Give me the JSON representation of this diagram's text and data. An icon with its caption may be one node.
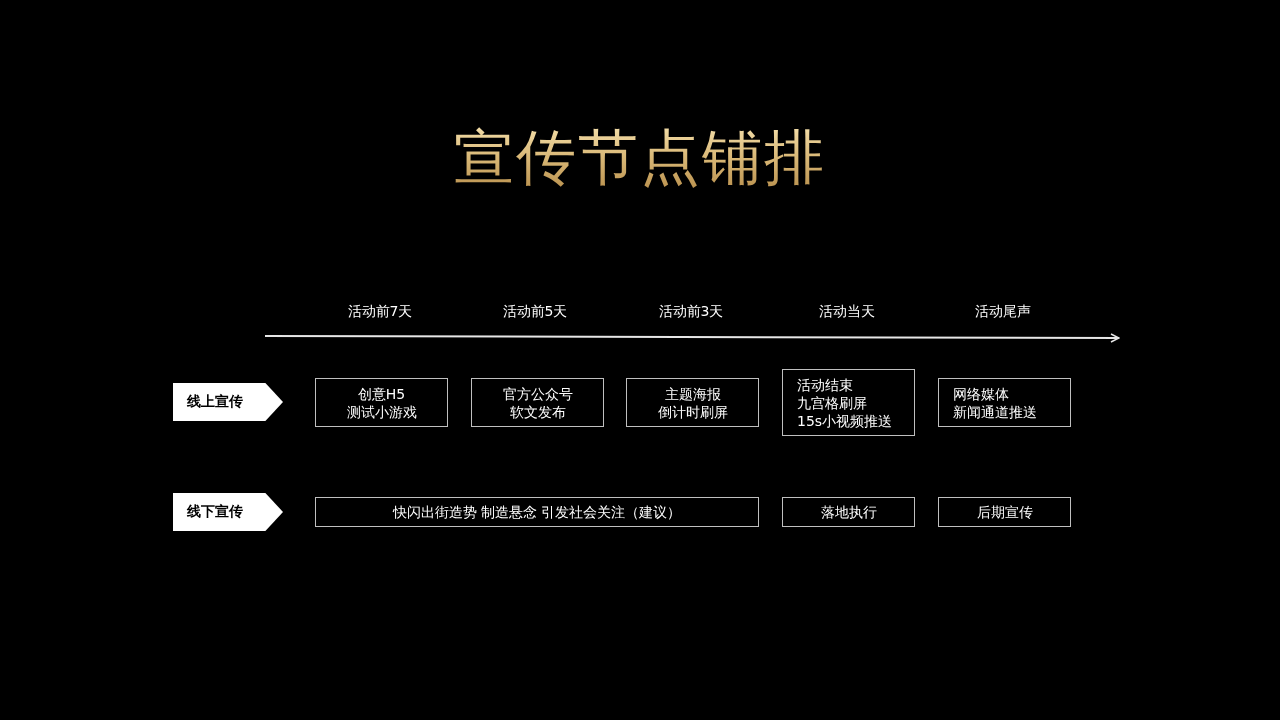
{
  "diagram": {
    "title": "宣传节点铺排",
    "nodes": [
      {
        "text": [
          "线上宣传"
        ]
      },
      {
        "text": [
          "创意H5",
          "测试小游戏"
        ]
      },
      {
        "text": [
          "官方公众号",
          "软文发布"
        ]
      },
      {
        "text": [
          "主题海报",
          "倒计时刷屏"
        ]
      },
      {
        "text": [
          "活动结束",
          "九宫格刷屏",
          "15s小视频推送"
        ]
      },
      {
        "text": [
          "网络媒体",
          "新闻通道推送"
        ]
      },
      {
        "text": [
          "线下宣传"
        ]
      },
      {
        "text": [
          "快闪出街造势 制造悬念 引发社会关注（建议）"
        ]
      },
      {
        "text": [
          "落地执行"
        ]
      },
      {
        "text": [
          "后期宣传"
        ]
      }
    ],
    "labels": [
      "活动前7天",
      "活动前5天",
      "活动前3天",
      "活动当天",
      "活动尾声"
    ]
  }
}
